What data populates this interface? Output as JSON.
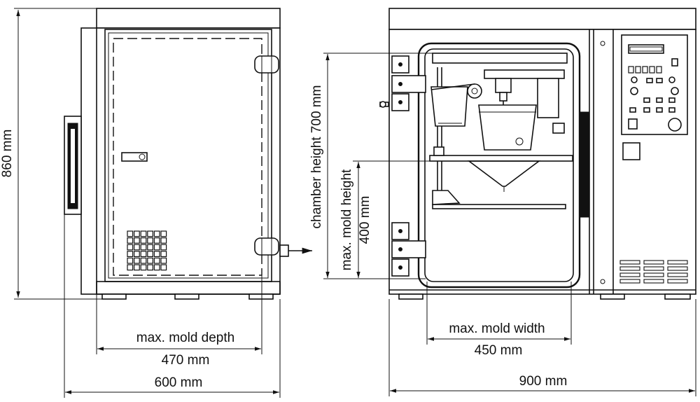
{
  "dimensions": {
    "height_860": "860 mm",
    "depth_max_label": "max. mold depth",
    "depth_470": "470 mm",
    "depth_600": "600 mm",
    "chamber_height": "chamber height 700 mm",
    "mold_height_label": "max. mold height",
    "mold_height_400": "400 mm",
    "mold_width_label": "max. mold width",
    "width_450": "450 mm",
    "width_900": "900 mm"
  },
  "icons": {
    "arrow": "arrow-right-icon",
    "keypad": "grid-icon"
  }
}
